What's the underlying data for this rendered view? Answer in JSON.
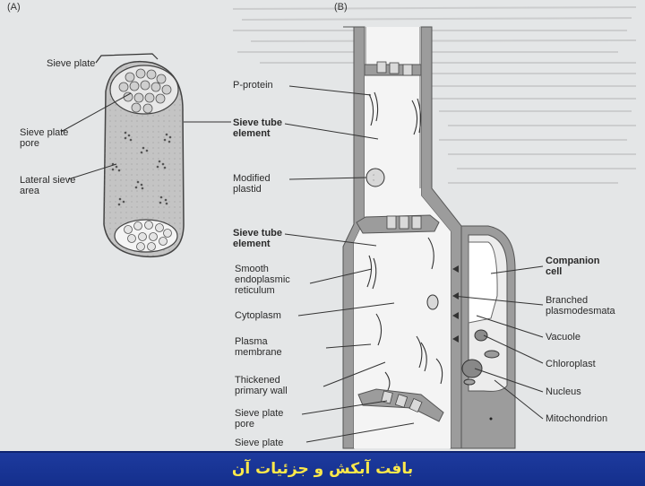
{
  "panels": {
    "a": "(A)",
    "b": "(B)"
  },
  "labels_a": {
    "sieve_plate": "Sieve plate",
    "sieve_plate_pore": "Sieve plate\npore",
    "lateral_sieve_area": "Lateral sieve\narea"
  },
  "labels_b_left": {
    "p_protein": "P-protein",
    "sieve_tube_element_top": "Sieve tube\nelement",
    "modified_plastid": "Modified\nplastid",
    "sieve_tube_element_mid": "Sieve tube\nelement",
    "smooth_er": "Smooth\nendoplasmic\nreticulum",
    "cytoplasm": "Cytoplasm",
    "plasma_membrane": "Plasma\nmembrane",
    "thickened_wall": "Thickened\nprimary wall",
    "sieve_plate_pore": "Sieve plate\npore",
    "sieve_plate": "Sieve plate"
  },
  "labels_b_right": {
    "companion_cell": "Companion\ncell",
    "branched_plasmodesmata": "Branched\nplasmodesmata",
    "vacuole": "Vacuole",
    "chloroplast": "Chloroplast",
    "nucleus": "Nucleus",
    "mitochondrion": "Mitochondrion"
  },
  "footer": {
    "title": "بافت آبکش و جزئیات آن"
  },
  "colors": {
    "footer_bg": "#1a379a",
    "footer_text": "#ffe94a",
    "cell_wall": "#9a9a9a"
  }
}
